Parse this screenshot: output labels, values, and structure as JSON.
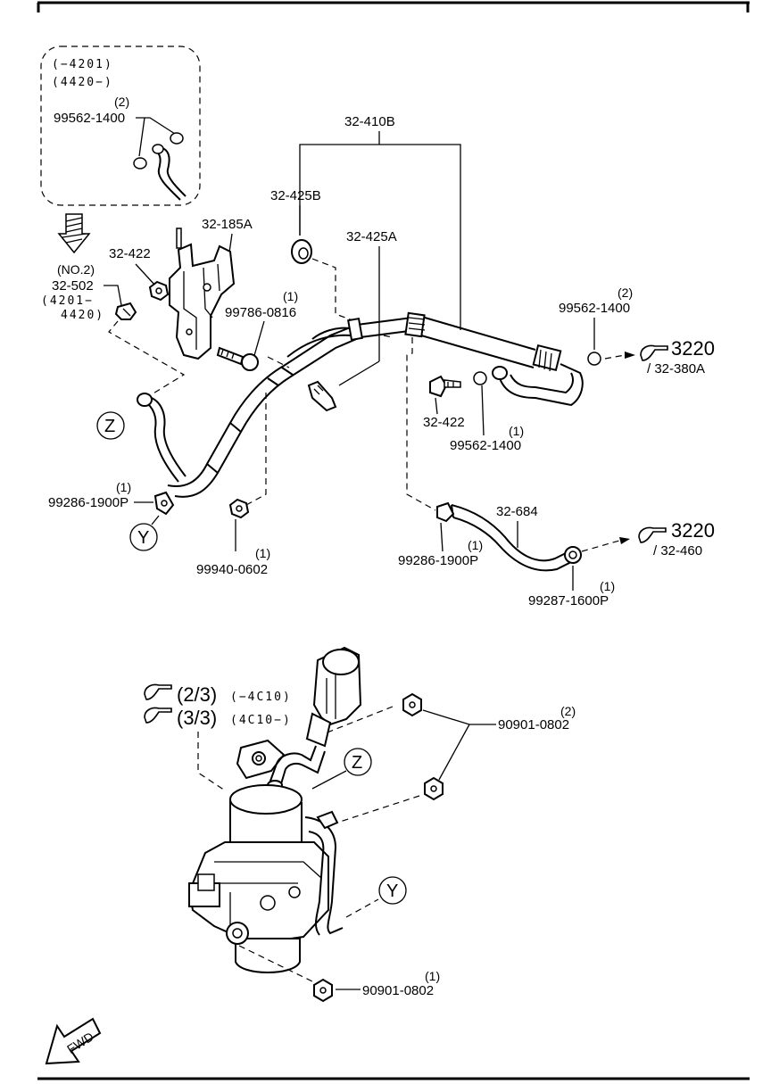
{
  "inset": {
    "line1": "(−4201)",
    "line2": "(4420−)",
    "qty": "(2)",
    "part": "99562-1400"
  },
  "labels": {
    "p32_410B": "32-410B",
    "p32_425B": "32-425B",
    "p32_425A": "32-425A",
    "p32_185A": "32-185A",
    "p32_422_top": "32-422",
    "no2": "(NO.2)",
    "p32_502": "32-502",
    "p32_502_note1": "(4201−",
    "p32_502_note2": "4420)",
    "p99786_qty": "(1)",
    "p99786": "99786-0816",
    "p99562_a_qty": "(2)",
    "p99562_a": "99562-1400",
    "ref3220_a": "3220",
    "ref32_380A": "/ 32-380A",
    "p32_422_mid": "32-422",
    "p99562_b_qty": "(1)",
    "p99562_b": "99562-1400",
    "z_label": "Z",
    "y_label": "Y",
    "p99286_a_qty": "(1)",
    "p99286_a": "99286-1900P",
    "p99940_qty": "(1)",
    "p99940": "99940-0602",
    "p32_684": "32-684",
    "p99286_b_qty": "(1)",
    "p99286_b": "99286-1900P",
    "ref3220_b": "3220",
    "ref32_460": "/ 32-460",
    "p99287_qty": "(1)",
    "p99287": "99287-1600P",
    "ref_2_3": "(2/3)",
    "ref_2_3_note": "(−4C10)",
    "ref_3_3": "(3/3)",
    "ref_3_3_note": "(4C10−)",
    "p90901_a_qty": "(2)",
    "p90901_a": "90901-0802",
    "z_label_2": "Z",
    "y_label_2": "Y",
    "p90901_b_qty": "(1)",
    "p90901_b": "90901-0802",
    "fwd": "FWD"
  },
  "icons": [
    "pointing-hand-icon",
    "fwd-arrow-icon",
    "down-hatched-arrow-icon"
  ]
}
